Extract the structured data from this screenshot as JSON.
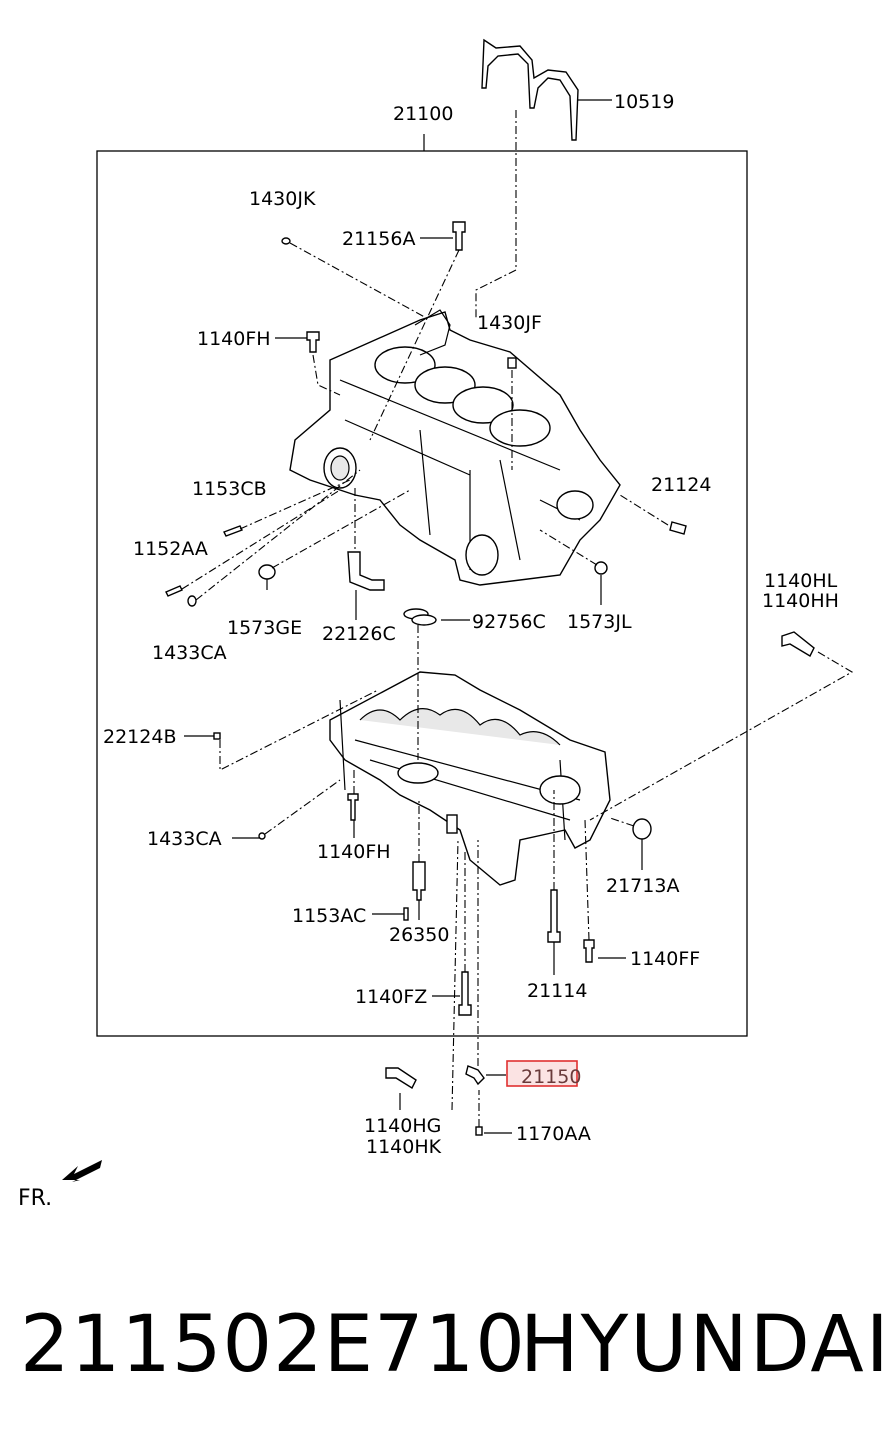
{
  "diagram": {
    "front_indicator": "FR.",
    "highlighted_part": "21150",
    "callouts": {
      "c21100": "21100",
      "c10519": "10519",
      "c1430JK": "1430JK",
      "c21156A": "21156A",
      "c1430JF": "1430JF",
      "c1140FH_top": "1140FH",
      "c1153CB": "1153CB",
      "c21124": "21124",
      "c1152AA": "1152AA",
      "c1573GE": "1573GE",
      "c22126C": "22126C",
      "c1433CA_top": "1433CA",
      "c92756C": "92756C",
      "c1573JL": "1573JL",
      "c1140HL": "1140HL",
      "c1140HH": "1140HH",
      "c22124B": "22124B",
      "c1433CA_bottom": "1433CA",
      "c1140FH_bottom": "1140FH",
      "c21713A": "21713A",
      "c1153AC": "1153AC",
      "c26350": "26350",
      "c1140FF": "1140FF",
      "c21114": "21114",
      "c1140FZ": "1140FZ",
      "c21150": "21150",
      "c1140HG": "1140HG",
      "c1140HK": "1140HK",
      "c1170AA": "1170AA"
    },
    "colors": {
      "highlight_border": "#e03030",
      "highlight_fill": "#fbe3e3",
      "highlight_text": "#6a3a3a"
    }
  },
  "footer": {
    "part_number": "211502E710",
    "brand": "HYUNDAI"
  }
}
